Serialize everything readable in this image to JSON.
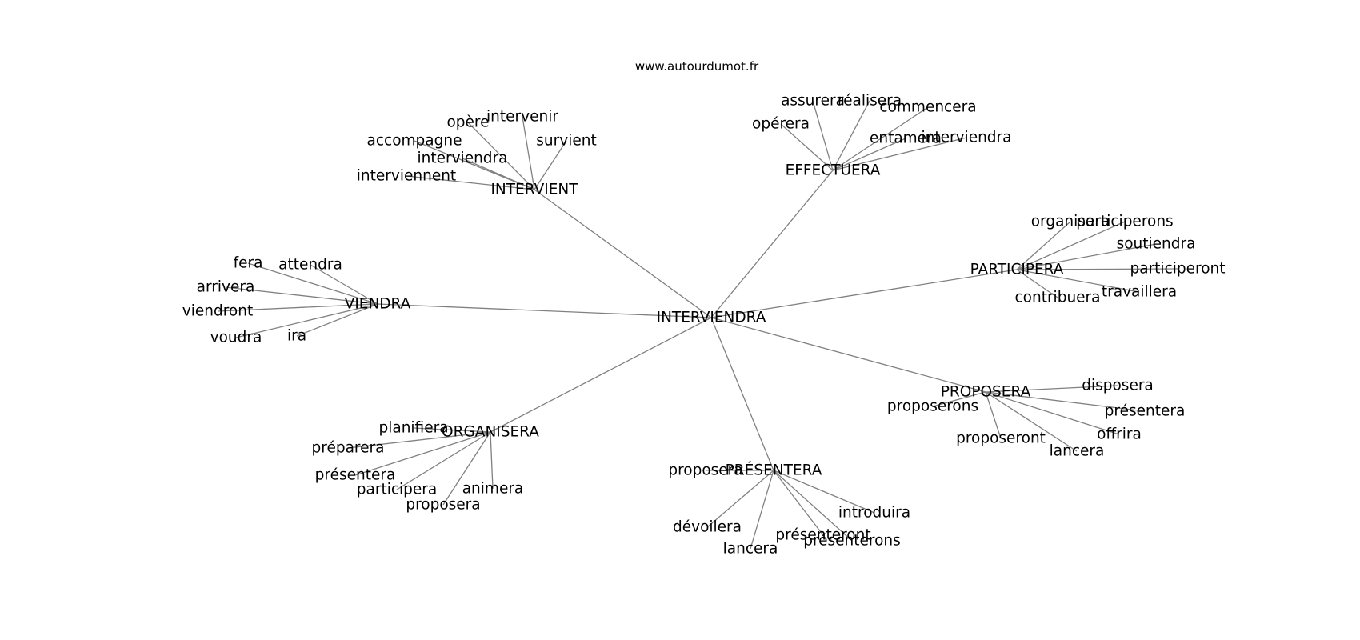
{
  "header": {
    "site": "www.autourdumot.fr"
  },
  "graph": {
    "center": "INTERVIENDRA",
    "groups": [
      {
        "hub": "INTERVIENT",
        "leaves": [
          "opère",
          "intervenir",
          "accompagne",
          "survient",
          "interviendra",
          "interviennent"
        ]
      },
      {
        "hub": "EFFECTUERA",
        "leaves": [
          "assurera",
          "réalisera",
          "commencera",
          "opérera",
          "entamera",
          "interviendra"
        ]
      },
      {
        "hub": "PARTICIPERA",
        "leaves": [
          "organisera",
          "participerons",
          "soutiendra",
          "participeront",
          "travaillera",
          "contribuera"
        ]
      },
      {
        "hub": "PROPOSERA",
        "leaves": [
          "disposera",
          "proposerons",
          "présentera",
          "offrira",
          "proposeront",
          "lancera"
        ]
      },
      {
        "hub": "PRÉSENTERA",
        "leaves": [
          "proposera",
          "introduira",
          "dévoilera",
          "présenteront",
          "présenterons",
          "lancera"
        ]
      },
      {
        "hub": "ORGANISERA",
        "leaves": [
          "planifiera",
          "préparera",
          "présentera",
          "participera",
          "animera",
          "proposera"
        ]
      },
      {
        "hub": "VIENDRA",
        "leaves": [
          "fera",
          "attendra",
          "arrivera",
          "viendront",
          "voudra",
          "ira"
        ]
      }
    ]
  }
}
